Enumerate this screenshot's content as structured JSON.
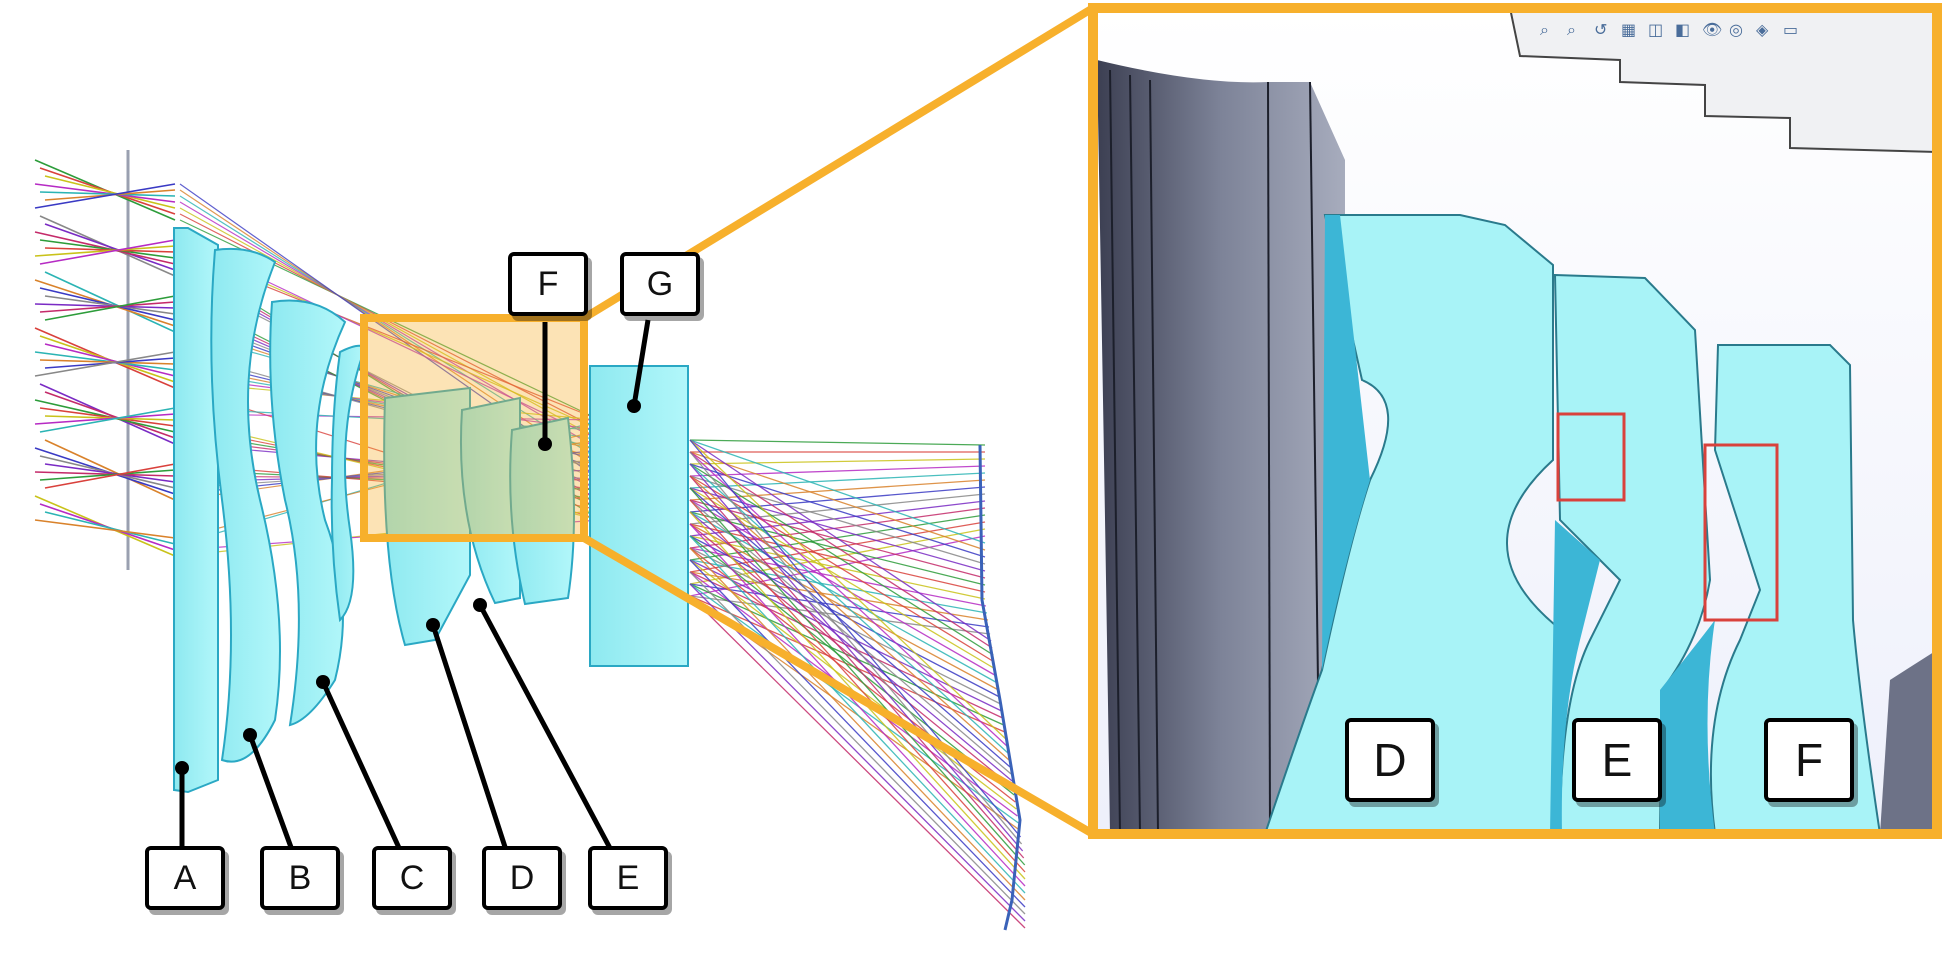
{
  "left_view": {
    "callouts": [
      {
        "id": "A",
        "label": "A"
      },
      {
        "id": "B",
        "label": "B"
      },
      {
        "id": "C",
        "label": "C"
      },
      {
        "id": "D",
        "label": "D"
      },
      {
        "id": "E",
        "label": "E"
      },
      {
        "id": "F",
        "label": "F"
      },
      {
        "id": "G",
        "label": "G"
      }
    ]
  },
  "zoom_view": {
    "callouts": [
      {
        "id": "D",
        "label": "D"
      },
      {
        "id": "E",
        "label": "E"
      },
      {
        "id": "F",
        "label": "F"
      }
    ],
    "toolbar_icons": [
      "zoom-fit-icon",
      "zoom-area-icon",
      "previous-view-icon",
      "section-view-icon",
      "view-orientation-icon",
      "display-style-icon",
      "hide-show-icon",
      "edit-appearance-icon",
      "apply-scene-icon",
      "view-settings-icon"
    ]
  },
  "colors": {
    "lens": "#a6f5f8",
    "lens_edge": "#2aa8c4",
    "lens_highlight": "#b4e7a0",
    "zoom_frame": "#f7b02c",
    "barrel": "#5f6478",
    "defect_box": "#d9413c"
  }
}
